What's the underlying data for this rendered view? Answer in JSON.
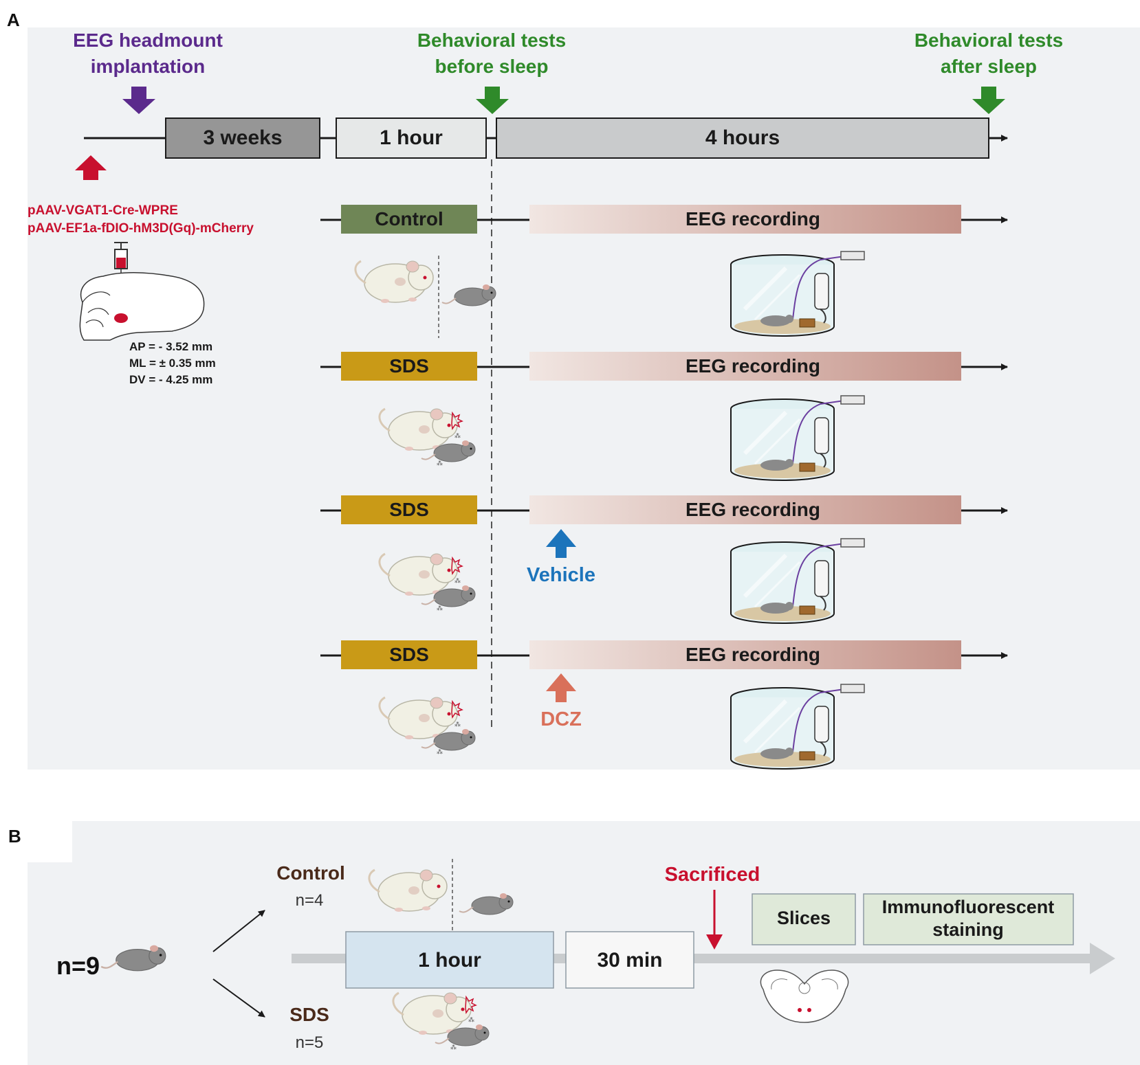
{
  "panel_a": {
    "letter": "A",
    "annotations": {
      "eeg_implant_line1": "EEG headmount",
      "eeg_implant_line2": "implantation",
      "tests_before_line1": "Behavioral tests",
      "tests_before_line2": "before sleep",
      "tests_after_line1": "Behavioral tests",
      "tests_after_line2": "after sleep",
      "virus_line1": "pAAV-VGAT1-Cre-WPRE",
      "virus_line2": "pAAV-EF1a-fDIO-hM3D(Gq)-mCherry",
      "coord_ap": "AP = - 3.52 mm",
      "coord_ml": "ML = ± 0.35 mm",
      "coord_dv": "DV = - 4.25 mm"
    },
    "timeline": {
      "weeks": "3 weeks",
      "hour": "1 hour",
      "hours4": "4 hours"
    },
    "groups": [
      {
        "label": "Control",
        "recording": "EEG recording",
        "treatment": ""
      },
      {
        "label": "SDS",
        "recording": "EEG recording",
        "treatment": ""
      },
      {
        "label": "SDS",
        "recording": "EEG recording",
        "treatment": "Vehicle"
      },
      {
        "label": "SDS",
        "recording": "EEG recording",
        "treatment": "DCZ"
      }
    ]
  },
  "panel_b": {
    "letter": "B",
    "total": "n=9",
    "control_label": "Control",
    "control_n": "n=4",
    "sds_label": "SDS",
    "sds_n": "n=5",
    "hour": "1 hour",
    "wait": "30 min",
    "sacrificed": "Sacrificed",
    "slices": "Slices",
    "if_line1": "Immunofluorescent",
    "if_line2": "staining"
  },
  "colors": {
    "panel_bg": "#f0f2f4",
    "purple": "#5b2a8c",
    "green": "#2f8a2a",
    "red": "#c8102e",
    "blue": "#1c74bb",
    "salmon": "#d9705a",
    "control_box": "#6f8656",
    "sds_box": "#c99a17",
    "dark_brown": "#4a2a1a"
  }
}
